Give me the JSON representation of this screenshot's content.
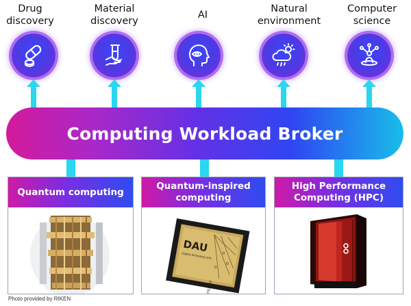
{
  "applications": [
    {
      "label": "Drug discovery",
      "icon": "capsule-pill-icon"
    },
    {
      "label": "Material discovery",
      "icon": "hand-test-tube-icon"
    },
    {
      "label": "AI",
      "icon": "head-eye-icon"
    },
    {
      "label": "Natural environment",
      "icon": "sun-cloud-rain-icon"
    },
    {
      "label": "Computer science",
      "icon": "person-network-icon"
    }
  ],
  "broker": {
    "title": "Computing Workload Broker"
  },
  "resources": [
    {
      "label": "Quantum computing",
      "image": "quantum-computer-photo"
    },
    {
      "label": "Quantum-inspired computing",
      "image": "dau-chip-photo",
      "chip_text": "DAU",
      "chip_sub": "Digital Annealing Unit",
      "chip_brand": "FUJITSU"
    },
    {
      "label": "High Performance Computing (HPC)",
      "image": "hpc-server-rack-photo"
    }
  ],
  "credit": "Photo provided by RIKEN",
  "colors": {
    "arrow": "#2ad6f0",
    "broker_start": "#d41a9b",
    "broker_end": "#18bde9",
    "circle": "#3a46ff",
    "server_red": "#c0251f"
  }
}
